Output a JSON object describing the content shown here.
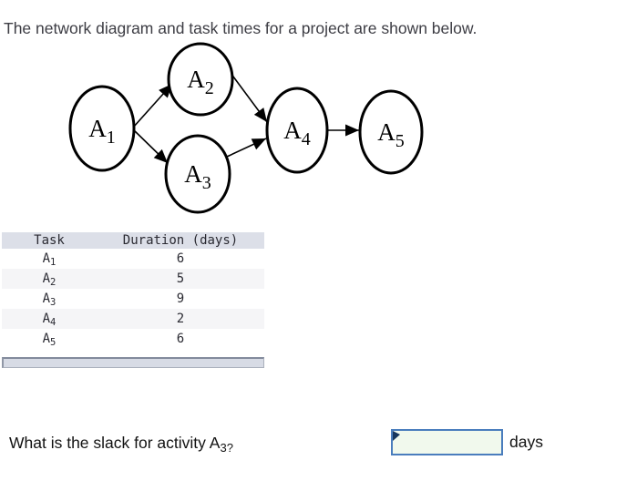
{
  "title": "The network diagram and task times for a project are shown below.",
  "diagram": {
    "nodes": [
      {
        "id": "A1",
        "label": "A",
        "sub": "1"
      },
      {
        "id": "A2",
        "label": "A",
        "sub": "2"
      },
      {
        "id": "A3",
        "label": "A",
        "sub": "3"
      },
      {
        "id": "A4",
        "label": "A",
        "sub": "4"
      },
      {
        "id": "A5",
        "label": "A",
        "sub": "5"
      }
    ],
    "edges": [
      {
        "from": "A1",
        "to": "A2"
      },
      {
        "from": "A1",
        "to": "A3"
      },
      {
        "from": "A2",
        "to": "A4"
      },
      {
        "from": "A3",
        "to": "A4"
      },
      {
        "from": "A4",
        "to": "A5"
      }
    ]
  },
  "table": {
    "headers": [
      "Task",
      "Duration (days)"
    ],
    "rows": [
      {
        "task": "A",
        "sub": "1",
        "duration": "6"
      },
      {
        "task": "A",
        "sub": "2",
        "duration": "5"
      },
      {
        "task": "A",
        "sub": "3",
        "duration": "9"
      },
      {
        "task": "A",
        "sub": "4",
        "duration": "2"
      },
      {
        "task": "A",
        "sub": "5",
        "duration": "6"
      }
    ]
  },
  "question": {
    "prefix": "What is the slack for activity A",
    "activity_sub": "3",
    "suffix": "?"
  },
  "answer": {
    "value": "",
    "unit_label": "days"
  },
  "colors": {
    "node_stroke": "#000000",
    "edge_color": "#000000",
    "table_header_bg": "#dcdfe8",
    "table_alt_row_bg": "#f5f5f7",
    "scrollbar_fill": "#d7dbe5",
    "input_border": "#4a7dbd",
    "input_fill": "#f1f9ed",
    "flag_marker": "#17365d"
  }
}
